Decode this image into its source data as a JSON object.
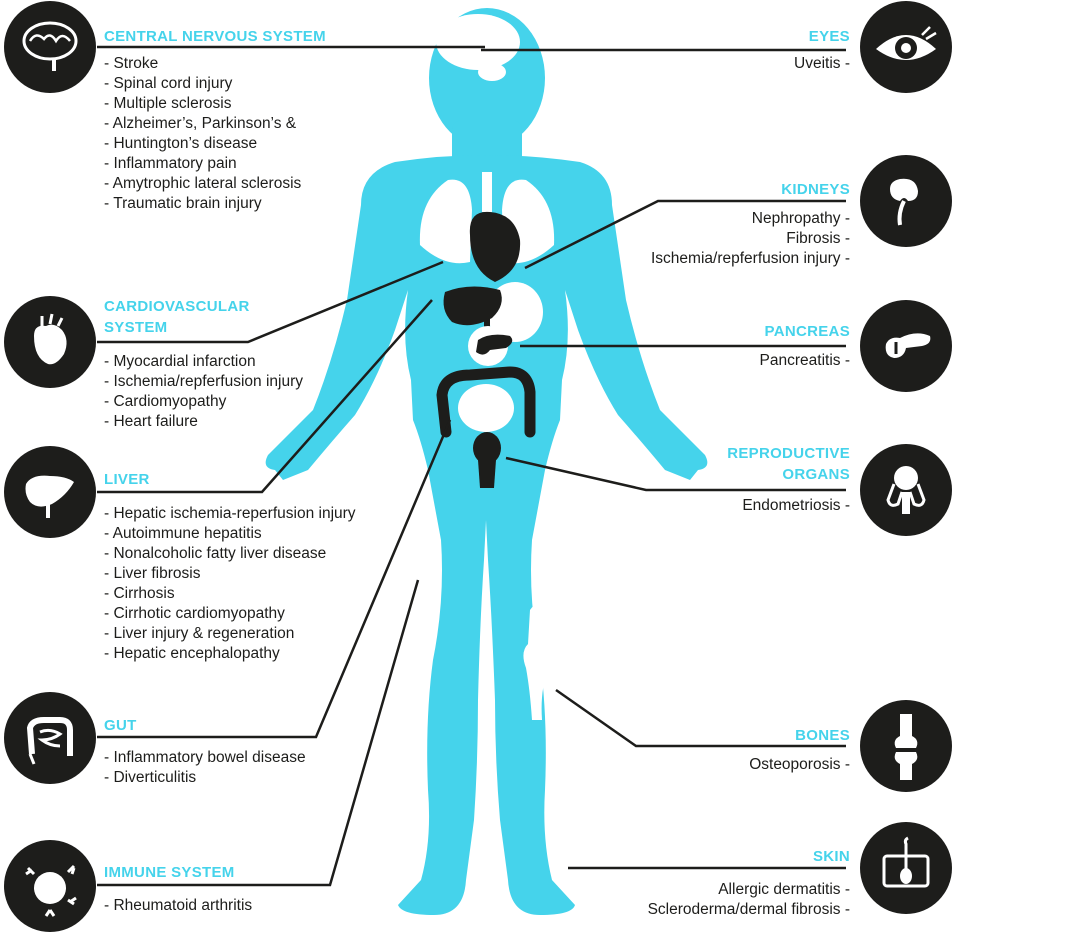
{
  "colors": {
    "accent": "#45d3eb",
    "body": "#45d3eb",
    "text": "#1d1d1b",
    "icon_bg": "#1d1d1b",
    "organ_light": "#ffffff"
  },
  "sections": {
    "cns": {
      "title": "CENTRAL NERVOUS SYSTEM",
      "icon": "brain-icon",
      "items": [
        "Stroke",
        "Spinal cord injury",
        "Multiple sclerosis",
        "Alzheimer’s, Parkinson’s &",
        "Huntington’s disease",
        "Inflammatory pain",
        "Amytrophic lateral sclerosis",
        "Traumatic brain injury"
      ]
    },
    "cardio": {
      "title": "CARDIOVASCULAR SYSTEM",
      "icon": "heart-icon",
      "items": [
        "Myocardial infarction",
        "Ischemia/repferfusion injury",
        "Cardiomyopathy",
        "Heart failure"
      ]
    },
    "liver": {
      "title": "LIVER",
      "icon": "liver-icon",
      "items": [
        "Hepatic ischemia-reperfusion injury",
        "Autoimmune hepatitis",
        "Nonalcoholic fatty liver disease",
        "Liver fibrosis",
        "Cirrhosis",
        "Cirrhotic cardiomyopathy",
        "Liver injury & regeneration",
        "Hepatic encephalopathy"
      ]
    },
    "gut": {
      "title": "GUT",
      "icon": "intestine-icon",
      "items": [
        "Inflammatory bowel disease",
        "Diverticulitis"
      ]
    },
    "immune": {
      "title": "IMMUNE SYSTEM",
      "icon": "immune-cell-icon",
      "items": [
        "Rheumatoid arthritis"
      ]
    },
    "eyes": {
      "title": "EYES",
      "icon": "eye-icon",
      "items": [
        "Uveitis"
      ]
    },
    "kidneys": {
      "title": "KIDNEYS",
      "icon": "kidney-icon",
      "items": [
        "Nephropathy",
        "Fibrosis",
        "Ischemia/repferfusion injury"
      ]
    },
    "pancreas": {
      "title": "PANCREAS",
      "icon": "pancreas-icon",
      "items": [
        "Pancreatitis"
      ]
    },
    "repro": {
      "title": "REPRODUCTIVE ORGANS",
      "icon": "reproductive-organs-icon",
      "items": [
        "Endometriosis"
      ]
    },
    "bones": {
      "title": "BONES",
      "icon": "knee-joint-icon",
      "items": [
        "Osteoporosis"
      ]
    },
    "skin": {
      "title": "SKIN",
      "icon": "skin-hair-follicle-icon",
      "items": [
        "Allergic dermatitis",
        "Scleroderma/dermal fibrosis"
      ]
    }
  }
}
